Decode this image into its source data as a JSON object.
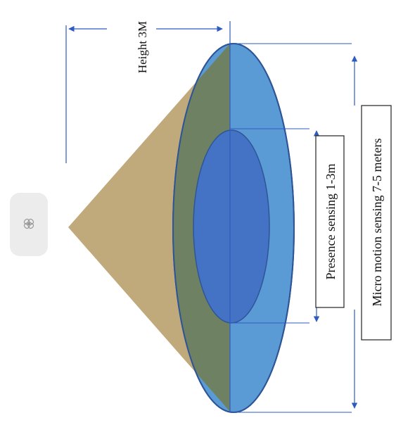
{
  "labels": {
    "height": "Height 3M",
    "presence": "Presence sensing 1-3m",
    "micro_motion": "Micro motion sensing 7-5 meters"
  },
  "icons": {
    "sensor_device": "sensor-device-icon"
  },
  "colors": {
    "cone_fill": "#c0a97a",
    "outer_ellipse": "#5b9bd5",
    "inner_ellipse": "#4472c4",
    "overlap_fill": "#6e8162",
    "dimension_line": "#2f5bbf",
    "stroke": "#2e5597",
    "device_fill": "#ececec"
  }
}
